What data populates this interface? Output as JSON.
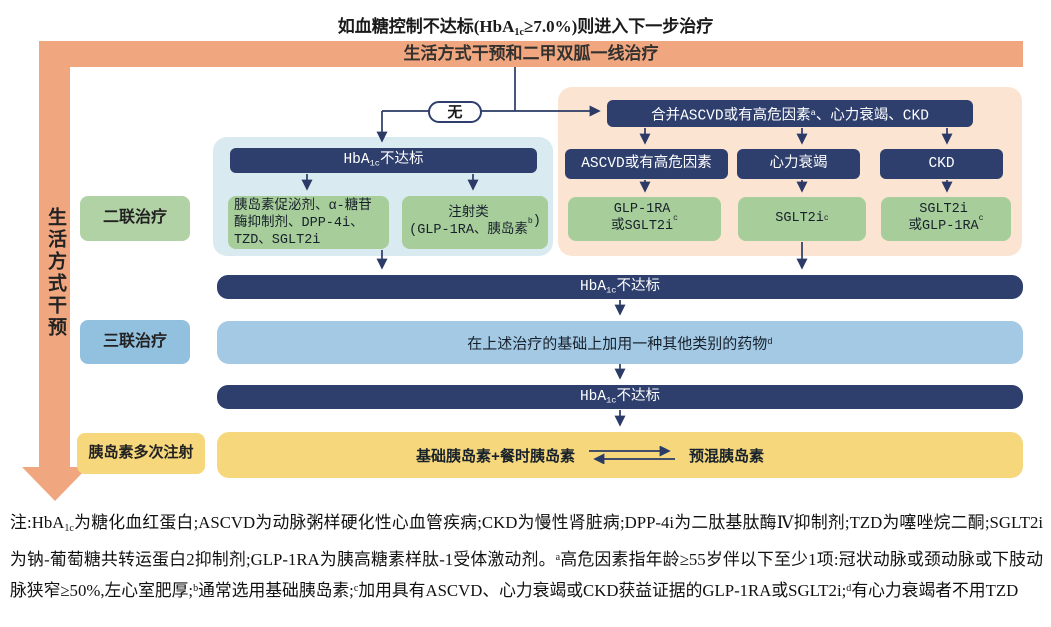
{
  "title": "如血糖控制不达标(HbA~1c~≥7.0%)则进入下一步治疗",
  "first_line_bar": "生活方式干预和二甲双胍一线治疗",
  "lifestyle_arrow_label": "生活方式干预",
  "no_pill_label": "无",
  "stage_labels": {
    "dual": "二联治疗",
    "triple": "三联治疗",
    "insulin": "胰岛素多次注射"
  },
  "no_comorbidity_branch": {
    "header": "HbA~1c~不达标",
    "oral_options": "胰岛素促泌剂、α-糖苷酶抑制剂、DPP-4i、TZD、SGLT2i",
    "injection_options": "注射类\n(GLP-1RA、胰岛素^b^)"
  },
  "comorbidity_branch": {
    "header": "合并ASCVD或有高危因素^a^、心力衰竭、CKD",
    "columns": [
      {
        "condition": "ASCVD或有高危因素",
        "therapy": "GLP-1RA\n或SGLT2i^c^"
      },
      {
        "condition": "心力衰竭",
        "therapy": "SGLT2i^c^"
      },
      {
        "condition": "CKD",
        "therapy": "SGLT2i\n或GLP-1RA^c^"
      }
    ]
  },
  "hba1c_bar_1": "HbA~1c~不达标",
  "triple_therapy_bar": "在上述治疗的基础上加用一种其他类别的药物^d^",
  "hba1c_bar_2": "HbA~1c~不达标",
  "insulin_bar": {
    "basal_bolus": "基础胰岛素+餐时胰岛素",
    "premixed": "预混胰岛素"
  },
  "footnote": "注:HbA~1c~为糖化血红蛋白;ASCVD为动脉粥样硬化性心血管疾病;CKD为慢性肾脏病;DPP-4i为二肽基肽酶Ⅳ抑制剂;TZD为噻唑烷二酮;SGLT2i为钠-葡萄糖共转运蛋白2抑制剂;GLP-1RA为胰高糖素样肽-1受体激动剂。^a^高危因素指年龄≥55岁伴以下至少1项:冠状动脉或颈动脉或下肢动脉狭窄≥50%,左心室肥厚;^b^通常选用基础胰岛素;^c^加用具有ASCVD、心力衰竭或CKD获益证据的GLP-1RA或SGLT2i;^d^有心力衰竭者不用TZD",
  "colors": {
    "navy_box": "#2e3f6e",
    "orange_arrow": "#f0a77f",
    "blue_panel": "#d9eaf1",
    "peach_panel": "#fbe4d2",
    "green_box": "#a7cd9b",
    "stage_green": "#b1d2a4",
    "stage_blue": "#92c1e0",
    "yellow": "#f6d77c",
    "light_blue_bar": "#a3c9e4",
    "connector": "#2b3a66"
  }
}
